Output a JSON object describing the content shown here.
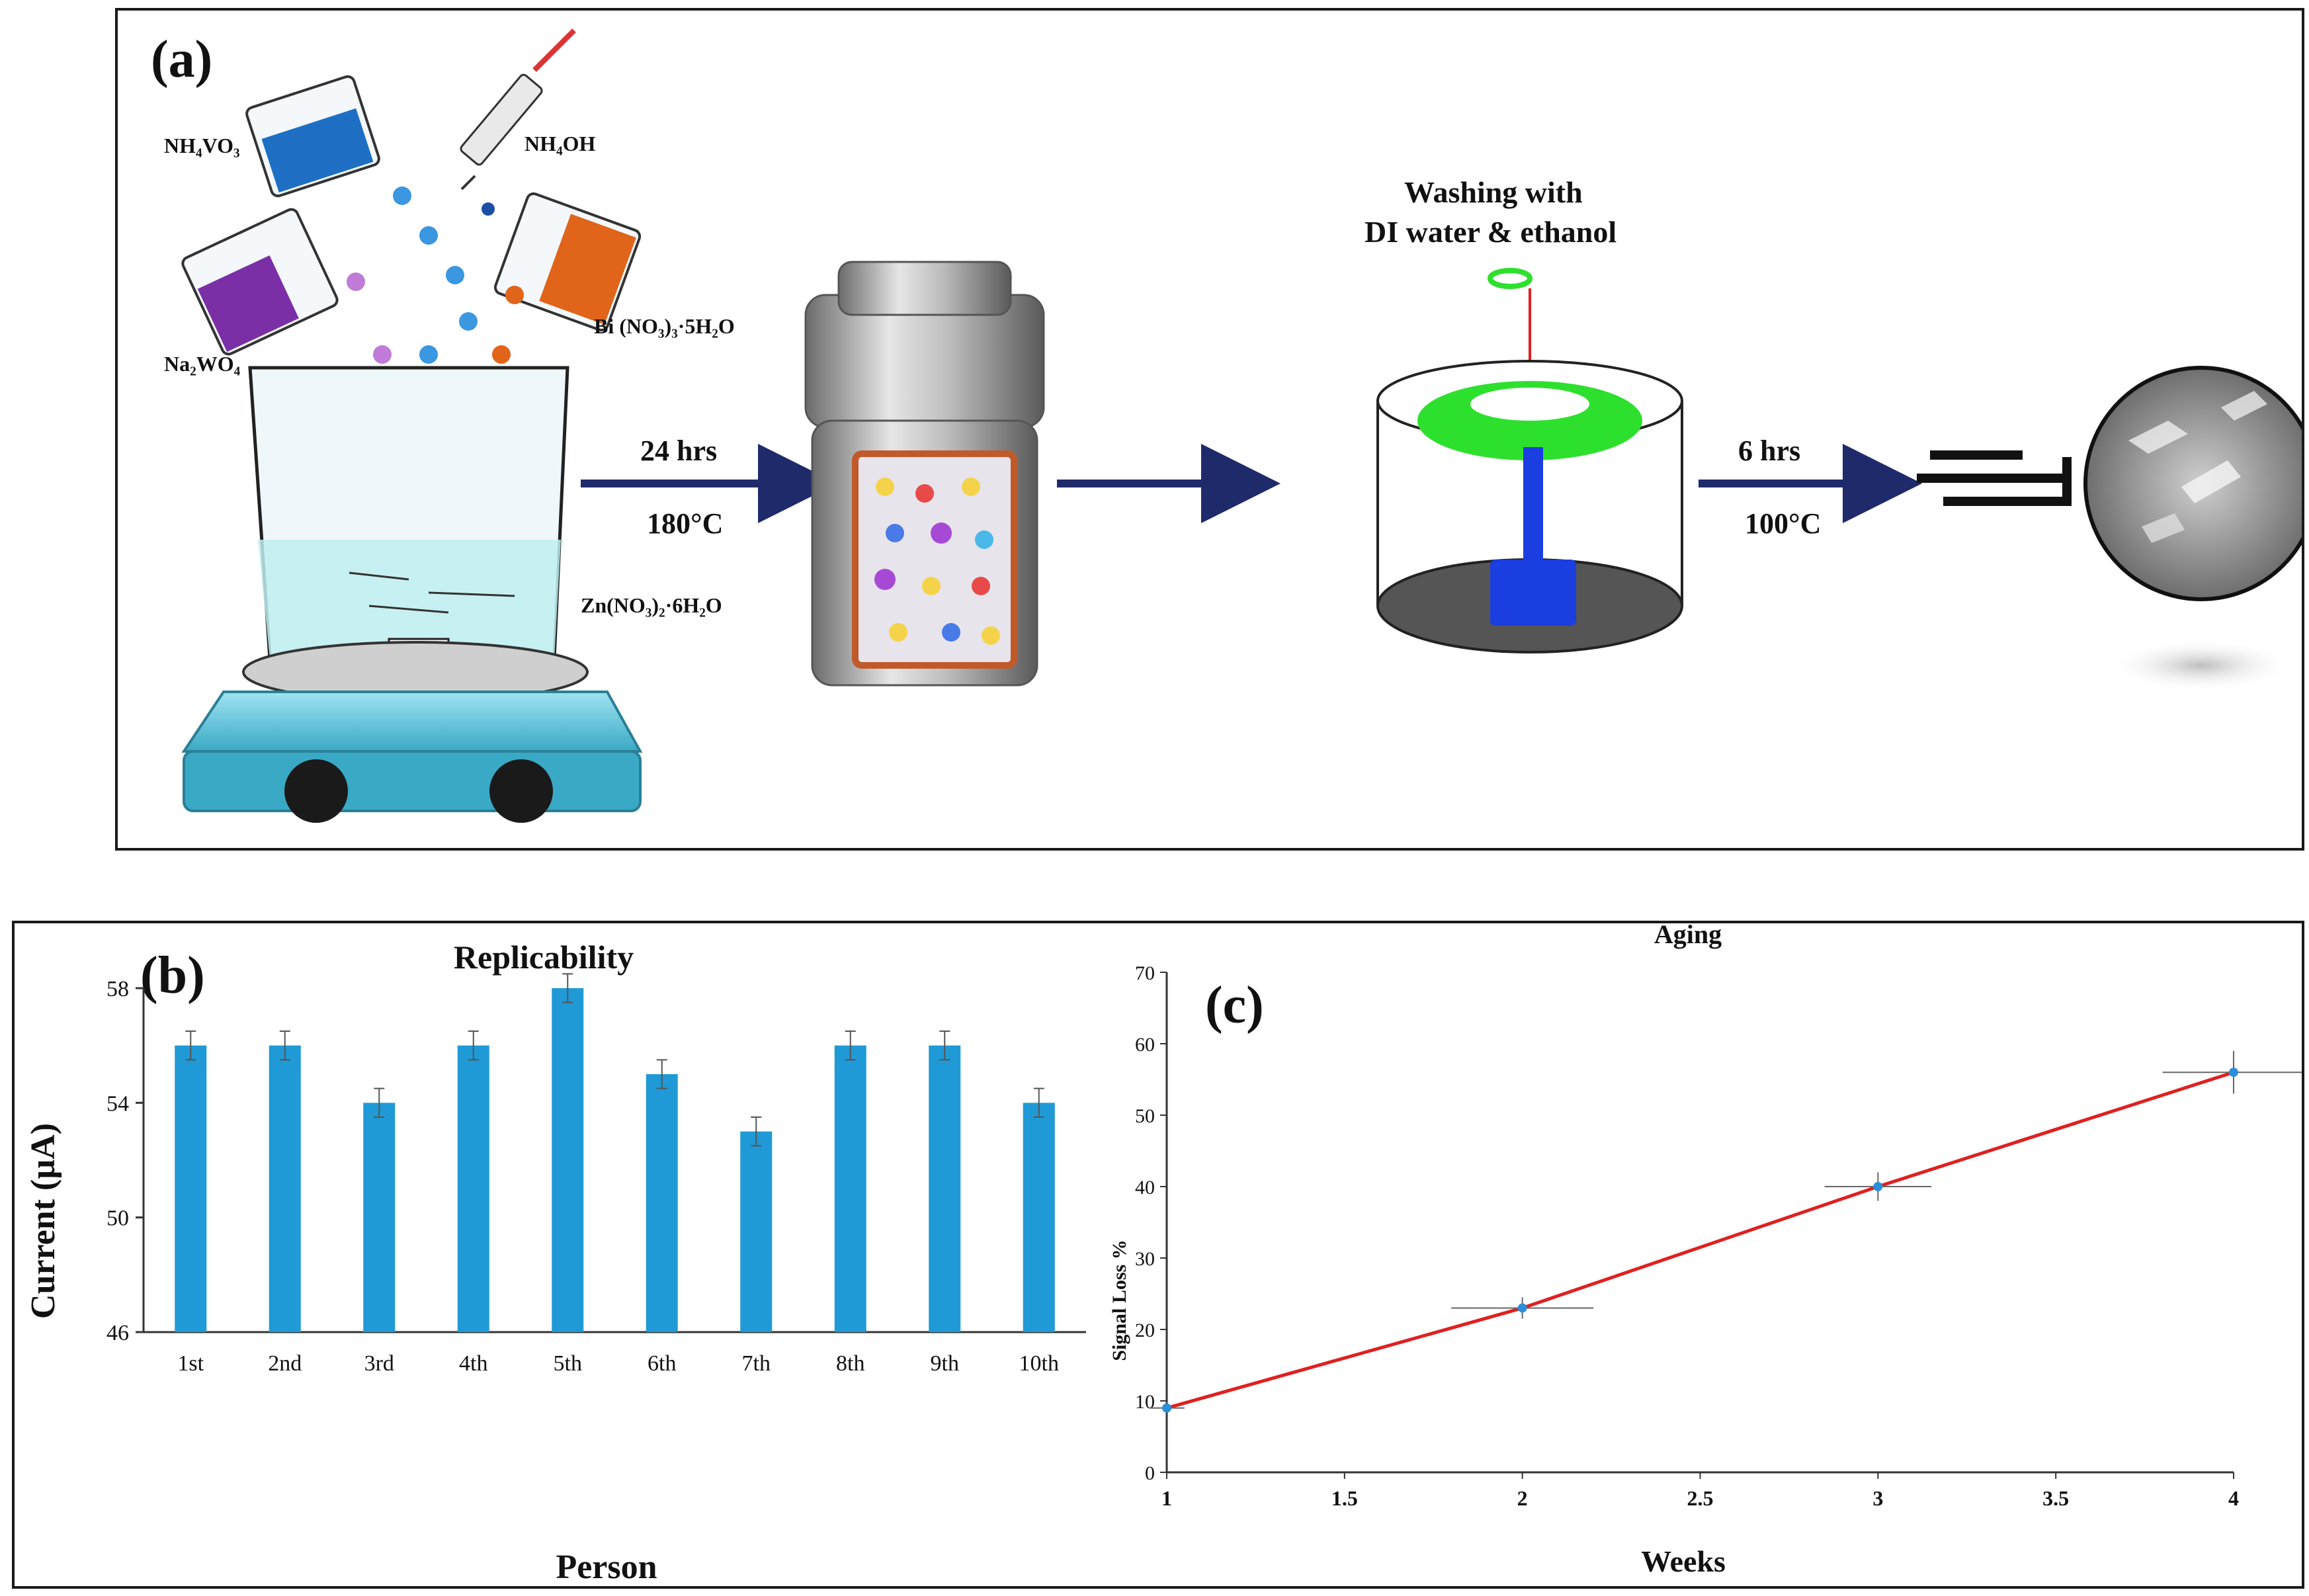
{
  "panel_a": {
    "label": "(a)",
    "reagents": {
      "nh4vo3": "NH₄VO₃",
      "nh4oh": "NH₄OH",
      "na2wo4": "Na₂WO₄",
      "bi": "Bi (NO₃)₃·5H₂O",
      "zn": "Zn(NO₃)₂·6H₂O"
    },
    "step1_time": "24 hrs",
    "step1_temp": "180°C",
    "washing_line1": "Washing with",
    "washing_line2": "DI water & ethanol",
    "step3_time": "6 hrs",
    "step3_temp": "100°C",
    "colors": {
      "arrow": "#1f2a6b",
      "beaker1": "#1e6fc4",
      "beaker2": "#7b2fa6",
      "beaker3": "#e0641a",
      "hotplate": "#53c0d8",
      "centrifuge": "#2ee02e",
      "rod": "#1a3ee0"
    }
  },
  "chart_data": [
    {
      "type": "bar",
      "panel_label": "(b)",
      "title": "Replicability",
      "xlabel": "Person",
      "ylabel": "Current (µA)",
      "categories": [
        "1st",
        "2nd",
        "3rd",
        "4th",
        "5th",
        "6th",
        "7th",
        "8th",
        "9th",
        "10th"
      ],
      "values": [
        56,
        56,
        54,
        56,
        58,
        55,
        53,
        56,
        56,
        54
      ],
      "error": [
        0.5,
        0.5,
        0.5,
        0.5,
        0.5,
        0.5,
        0.5,
        0.5,
        0.5,
        0.5
      ],
      "ylim": [
        46,
        58
      ],
      "yticks": [
        46,
        50,
        54,
        58
      ],
      "bar_color": "#1f9ad6",
      "grid": false
    },
    {
      "type": "line",
      "panel_label": "(c)",
      "title": "Aging",
      "xlabel": "Weeks",
      "ylabel": "Signal Loss %",
      "x": [
        1,
        2,
        3,
        4
      ],
      "y": [
        9,
        23,
        40,
        56
      ],
      "x_error": [
        0.05,
        0.2,
        0.15,
        0.2
      ],
      "y_error": [
        0.5,
        1.5,
        2,
        3
      ],
      "xlim": [
        1,
        4
      ],
      "ylim": [
        0,
        70
      ],
      "xticks": [
        "1",
        "1.5",
        "2",
        "2.5",
        "3",
        "3.5",
        "4"
      ],
      "yticks": [
        "0",
        "10",
        "20",
        "30",
        "40",
        "50",
        "60",
        "70"
      ],
      "line_color": "#e02020",
      "marker_color": "#2a8fd8",
      "grid": false
    }
  ]
}
